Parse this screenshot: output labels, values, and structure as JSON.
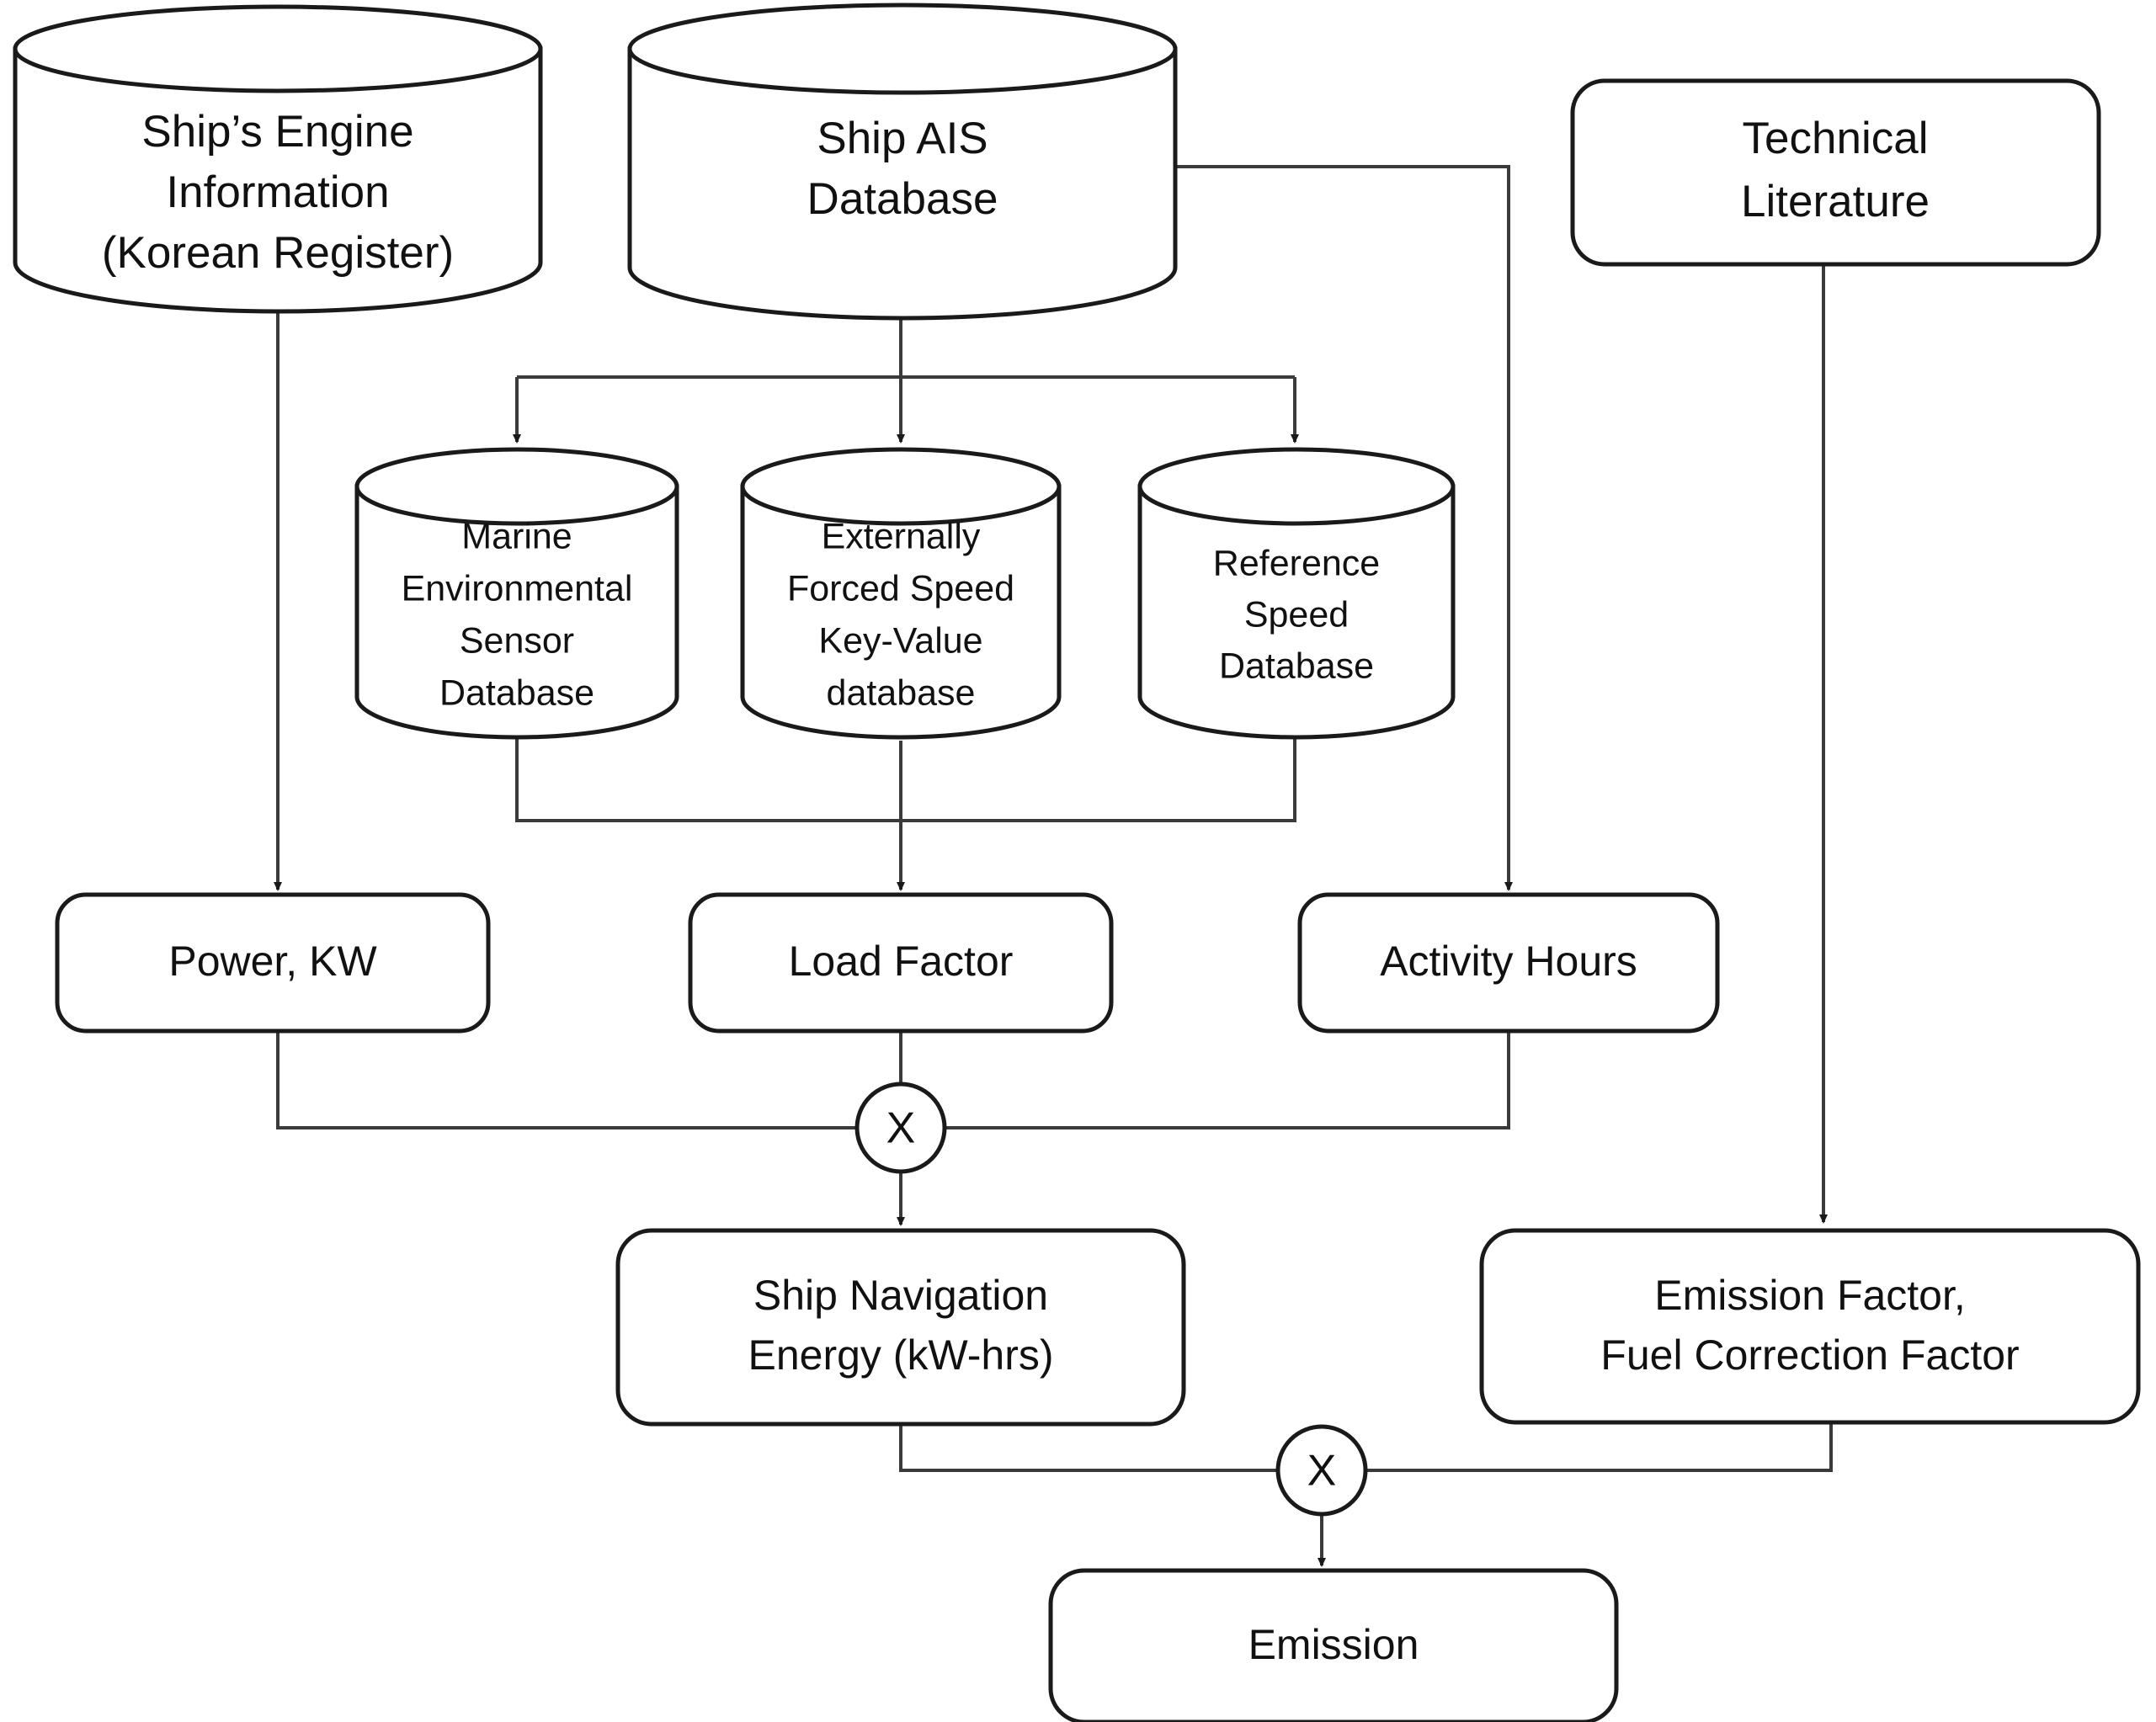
{
  "diagram": {
    "title": "Ship Emission Estimation Data Flow",
    "colors": {
      "stroke": "#1a1a1a",
      "connector": "#3a3a3a",
      "fill": "#ffffff",
      "text": "#111111"
    },
    "sources": [
      {
        "id": "ship-engine-info",
        "shape": "cylinder",
        "lines": [
          "Ship’s Engine",
          "Information",
          "(Korean Register)"
        ]
      },
      {
        "id": "ship-ais-database",
        "shape": "cylinder",
        "lines": [
          "Ship AIS",
          "Database"
        ]
      },
      {
        "id": "technical-literature",
        "shape": "rounded-box",
        "lines": [
          "Technical",
          "Literature"
        ]
      }
    ],
    "derived_databases": [
      {
        "id": "marine-environmental-sensor-database",
        "shape": "cylinder",
        "lines": [
          "Marine",
          "Environmental",
          "Sensor",
          "Database"
        ]
      },
      {
        "id": "externally-forced-speed-key-value-database",
        "shape": "cylinder",
        "lines": [
          "Externally",
          "Forced Speed",
          "Key-Value",
          "database"
        ]
      },
      {
        "id": "reference-speed-database",
        "shape": "cylinder",
        "lines": [
          "Reference",
          "Speed",
          "Database"
        ]
      }
    ],
    "factors": [
      {
        "id": "power-kw",
        "shape": "rounded-box",
        "lines": [
          "Power, KW"
        ]
      },
      {
        "id": "load-factor",
        "shape": "rounded-box",
        "lines": [
          "Load Factor"
        ]
      },
      {
        "id": "activity-hours",
        "shape": "rounded-box",
        "lines": [
          "Activity Hours"
        ]
      }
    ],
    "intermediates": [
      {
        "id": "ship-navigation-energy",
        "shape": "rounded-box",
        "lines": [
          "Ship Navigation",
          "Energy (kW-hrs)"
        ]
      },
      {
        "id": "emission-factor-fuel-correction-factor",
        "shape": "rounded-box",
        "lines": [
          "Emission Factor,",
          "Fuel Correction Factor"
        ]
      }
    ],
    "result": {
      "id": "emission",
      "shape": "rounded-box",
      "lines": [
        "Emission"
      ]
    },
    "operators": [
      {
        "id": "multiply-energy",
        "symbol": "X"
      },
      {
        "id": "multiply-emission",
        "symbol": "X"
      }
    ]
  }
}
